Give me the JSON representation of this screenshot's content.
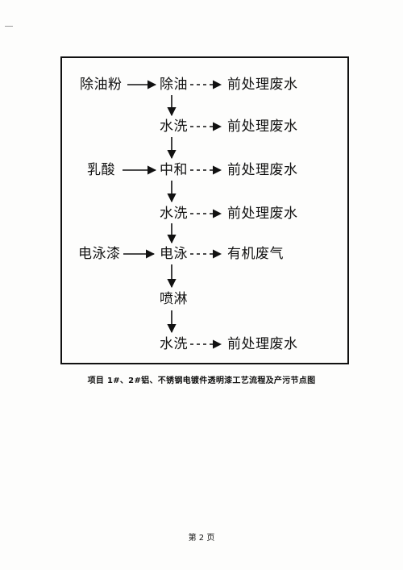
{
  "diagram": {
    "inputs": {
      "degreasing_powder": "除油粉",
      "lactic_acid": "乳酸",
      "electrophoretic_paint": "电泳漆"
    },
    "steps": {
      "degreasing": "除油",
      "rinse_1": "水洗",
      "neutralize": "中和",
      "rinse_2": "水洗",
      "electrophoresis": "电泳",
      "spray": "喷淋",
      "rinse_3": "水洗"
    },
    "outputs": {
      "pretreat_wastewater_1": "前处理废水",
      "pretreat_wastewater_2": "前处理废水",
      "pretreat_wastewater_3": "前处理废水",
      "pretreat_wastewater_4": "前处理废水",
      "organic_waste_gas": "有机废气",
      "pretreat_wastewater_5": "前处理废水"
    }
  },
  "caption": "项目 1#、2#铝、不锈钢电镀件透明漆工艺流程及产污节点图",
  "page_number": "第 2 页"
}
